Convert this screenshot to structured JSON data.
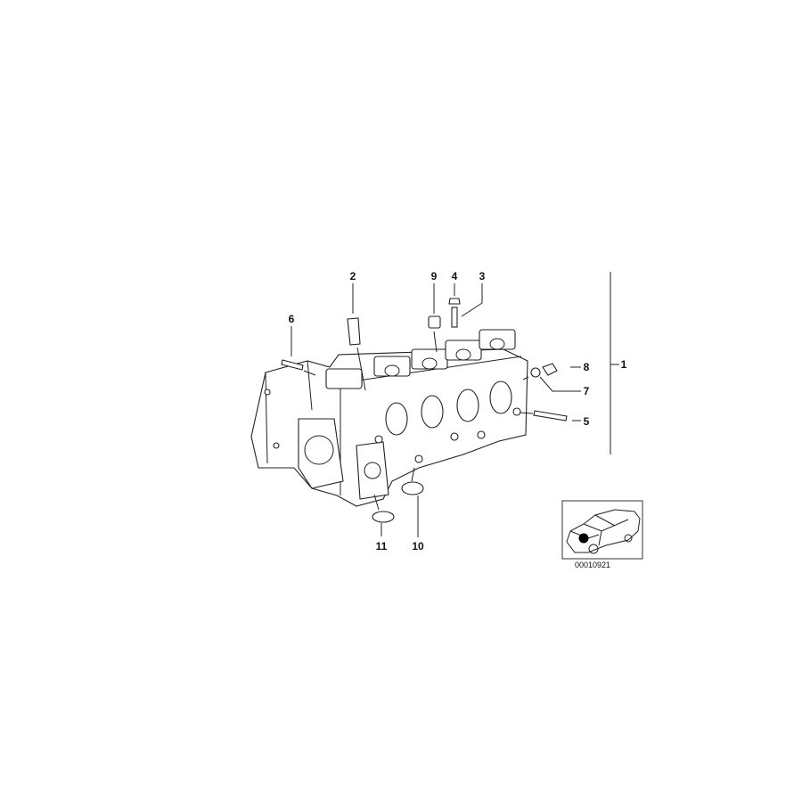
{
  "diagram": {
    "part_labels": [
      {
        "id": "1",
        "text": "1"
      },
      {
        "id": "2",
        "text": "2"
      },
      {
        "id": "3",
        "text": "3"
      },
      {
        "id": "4",
        "text": "4"
      },
      {
        "id": "5",
        "text": "5"
      },
      {
        "id": "6",
        "text": "6"
      },
      {
        "id": "7",
        "text": "7"
      },
      {
        "id": "8",
        "text": "8"
      },
      {
        "id": "9",
        "text": "9"
      },
      {
        "id": "10",
        "text": "10"
      },
      {
        "id": "11",
        "text": "11"
      }
    ],
    "thumbnail": {
      "reference_number": "00010921",
      "icon": "car-location-icon"
    }
  }
}
